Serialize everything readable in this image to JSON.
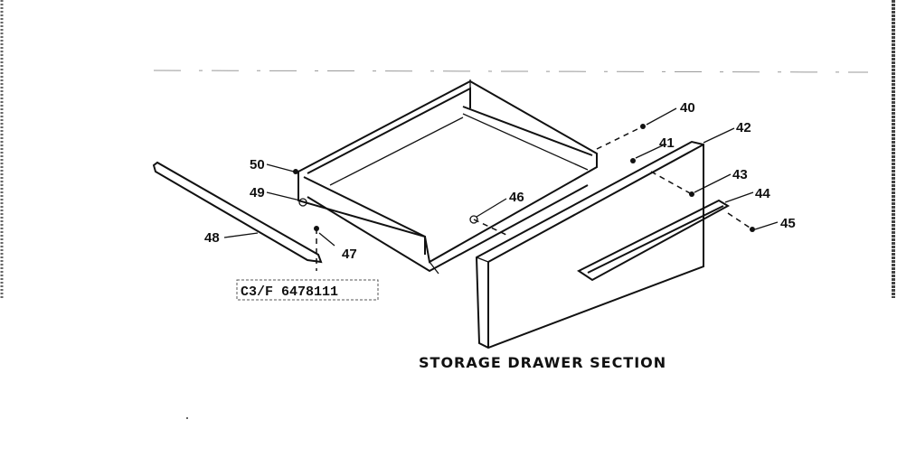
{
  "diagram": {
    "title": "STORAGE DRAWER SECTION",
    "code": "C3/F 6478111",
    "callouts": {
      "p40": "40",
      "p41": "41",
      "p42": "42",
      "p43": "43",
      "p44": "44",
      "p45": "45",
      "p46": "46",
      "p47": "47",
      "p48": "48",
      "p49": "49",
      "p50": "50"
    }
  }
}
